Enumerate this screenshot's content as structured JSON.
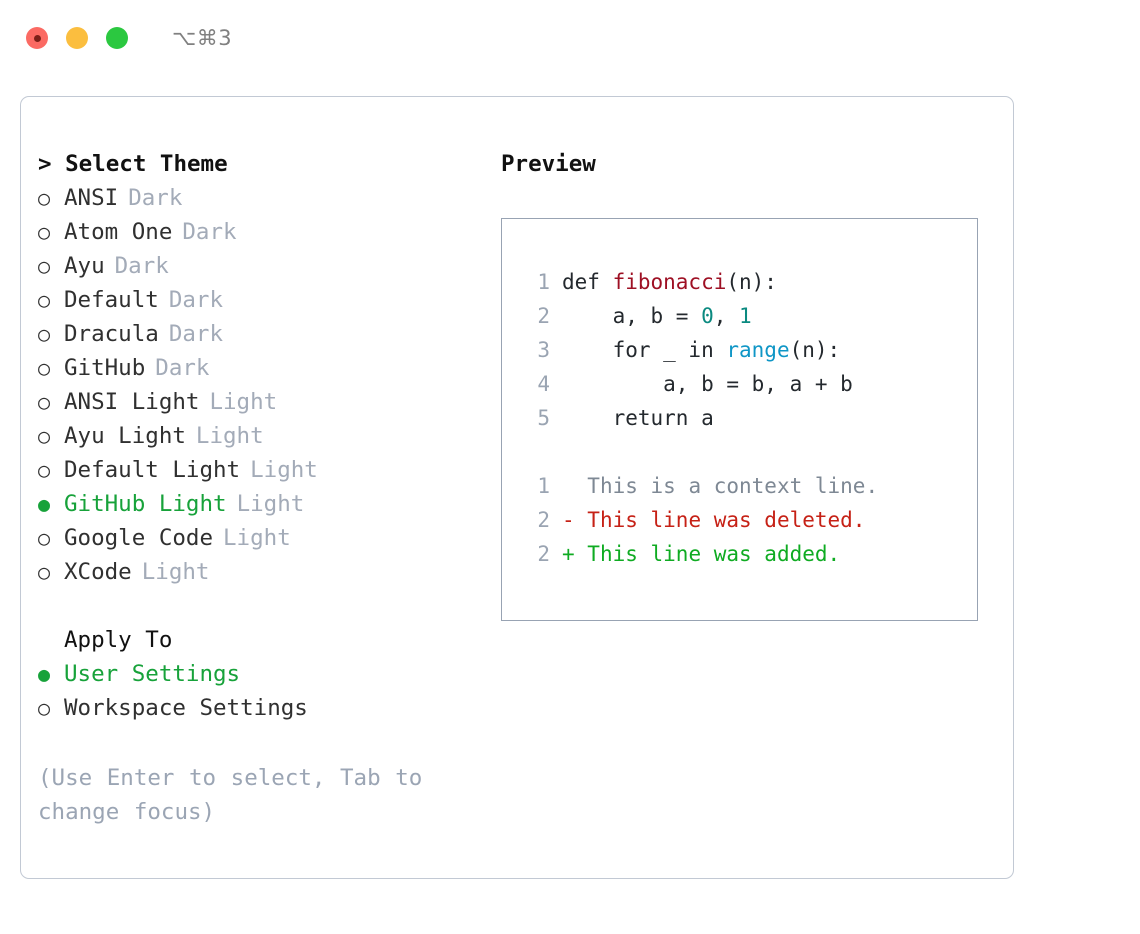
{
  "window": {
    "shortcut": "⌥⌘3",
    "traffic_lights": [
      "close",
      "minimize",
      "zoom"
    ]
  },
  "theme_panel": {
    "heading": "> Select Theme",
    "bullet_selected": "●",
    "bullet_unselected": "○",
    "items": [
      {
        "name": "ANSI",
        "kind": "Dark",
        "selected": false
      },
      {
        "name": "Atom One",
        "kind": "Dark",
        "selected": false
      },
      {
        "name": "Ayu",
        "kind": "Dark",
        "selected": false
      },
      {
        "name": "Default",
        "kind": "Dark",
        "selected": false
      },
      {
        "name": "Dracula",
        "kind": "Dark",
        "selected": false
      },
      {
        "name": "GitHub",
        "kind": "Dark",
        "selected": false
      },
      {
        "name": "ANSI Light",
        "kind": "Light",
        "selected": false
      },
      {
        "name": "Ayu Light",
        "kind": "Light",
        "selected": false
      },
      {
        "name": "Default Light",
        "kind": "Light",
        "selected": false
      },
      {
        "name": "GitHub Light",
        "kind": "Light",
        "selected": true
      },
      {
        "name": "Google Code",
        "kind": "Light",
        "selected": false
      },
      {
        "name": "XCode",
        "kind": "Light",
        "selected": false
      }
    ]
  },
  "apply_to": {
    "label": "Apply To",
    "options": [
      {
        "label": "User Settings",
        "selected": true
      },
      {
        "label": "Workspace Settings",
        "selected": false
      }
    ]
  },
  "hint": "(Use Enter to select, Tab to change focus)",
  "preview": {
    "heading": "Preview",
    "code_lines": [
      {
        "number": "1",
        "tokens": [
          {
            "text": "def ",
            "type": "plain"
          },
          {
            "text": "fibonacci",
            "type": "function"
          },
          {
            "text": "(n):",
            "type": "plain"
          }
        ]
      },
      {
        "number": "2",
        "tokens": [
          {
            "text": "    a, b = ",
            "type": "plain"
          },
          {
            "text": "0",
            "type": "number"
          },
          {
            "text": ", ",
            "type": "plain"
          },
          {
            "text": "1",
            "type": "number"
          }
        ]
      },
      {
        "number": "3",
        "tokens": [
          {
            "text": "    for _ in ",
            "type": "plain"
          },
          {
            "text": "range",
            "type": "builtin"
          },
          {
            "text": "(n):",
            "type": "plain"
          }
        ]
      },
      {
        "number": "4",
        "tokens": [
          {
            "text": "        a, b = b, a + b",
            "type": "plain"
          }
        ]
      },
      {
        "number": "5",
        "tokens": [
          {
            "text": "    return a",
            "type": "plain"
          }
        ]
      }
    ],
    "diff_lines": [
      {
        "number": "1",
        "marker": "  ",
        "text": "This is a context line.",
        "type": "context"
      },
      {
        "number": "2",
        "marker": "- ",
        "text": "This line was deleted.",
        "type": "deletion"
      },
      {
        "number": "2",
        "marker": "+ ",
        "text": "This line was added.",
        "type": "addition"
      }
    ]
  },
  "colors": {
    "accent_green": "#17a23a",
    "muted_gray": "#a3abb8",
    "hint_gray": "#9ba5b4",
    "panel_border": "#c2c9d4",
    "preview_border": "#98a3b3",
    "syntax_function": "#9e1024",
    "syntax_number": "#0b8a80",
    "syntax_builtin": "#0f96c6",
    "diff_context": "#7e8894",
    "diff_deletion": "#c62116",
    "diff_addition": "#0fab22",
    "code_fg": "#24292e",
    "line_number": "#9aa4b2"
  }
}
